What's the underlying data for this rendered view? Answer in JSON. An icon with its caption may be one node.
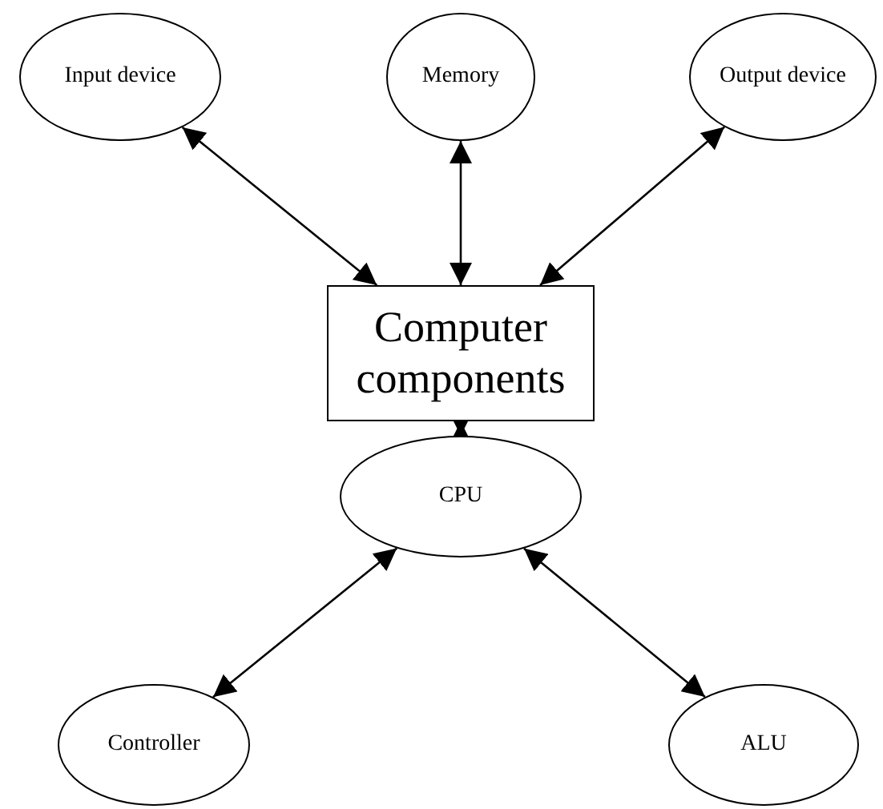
{
  "diagram": {
    "nodes": [
      {
        "text": [
          "Input device"
        ]
      },
      {
        "text": [
          "Memory"
        ]
      },
      {
        "text": [
          "Output device"
        ]
      },
      {
        "text": [
          "Computer components"
        ]
      },
      {
        "text": [
          "CPU"
        ]
      },
      {
        "text": [
          "Controller"
        ]
      },
      {
        "text": [
          "ALU"
        ]
      }
    ],
    "edges": [
      {
        "from": 0,
        "to": 3,
        "arrow": "both"
      },
      {
        "from": 1,
        "to": 3,
        "arrow": "both"
      },
      {
        "from": 2,
        "to": 3,
        "arrow": "both"
      },
      {
        "from": 3,
        "to": 4,
        "arrow": "both"
      },
      {
        "from": 4,
        "to": 5,
        "arrow": "both"
      },
      {
        "from": 4,
        "to": 6,
        "arrow": "both"
      }
    ]
  }
}
